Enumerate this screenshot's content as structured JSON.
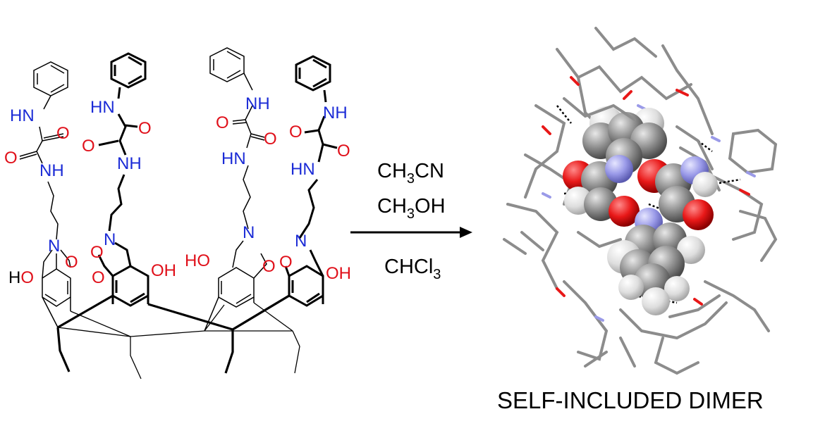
{
  "colors": {
    "bond": "#000000",
    "nitrogen": "#1b2bd6",
    "oxygen": "#e0101a",
    "carbon_sphere": "#8a8a8a",
    "hydrogen_sphere": "#e6e6e6",
    "stick": "#8c8c8c",
    "nitrogen_sphere": "#9a9ae8",
    "oxygen_sphere": "#e81818"
  },
  "atoms": {
    "nh": "NH",
    "hn": "HN",
    "n": "N",
    "o": "O",
    "ho": "HO",
    "oh": "OH",
    "h": "H"
  },
  "reaction": {
    "cond1_pre": "CH",
    "cond1_sub": "3",
    "cond1_post": "CN",
    "cond2_pre": "CH",
    "cond2_sub": "3",
    "cond2_post": "OH",
    "cond3_pre": "CHCl",
    "cond3_sub": "3"
  },
  "product_label": "SELF-INCLUDED DIMER"
}
